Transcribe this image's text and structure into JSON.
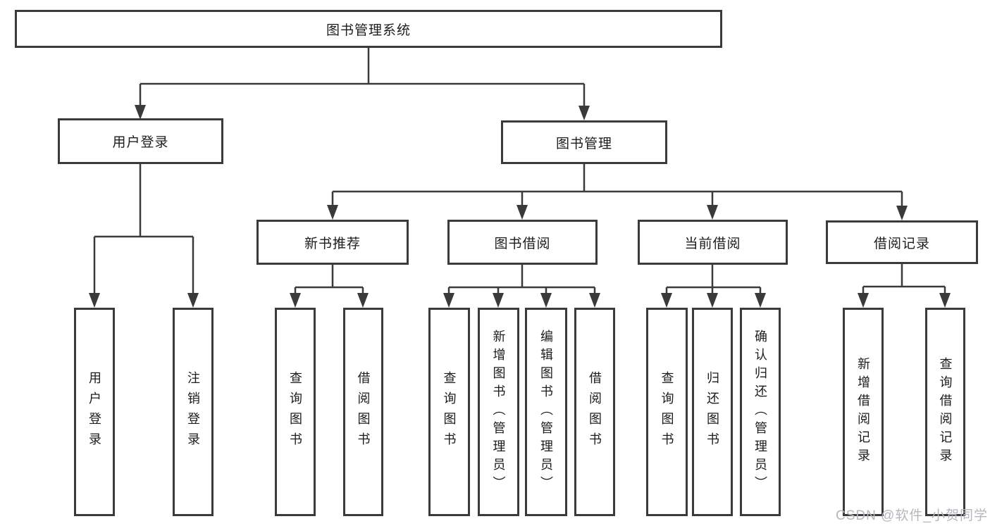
{
  "diagram": {
    "title": "图书管理系统",
    "nodes": {
      "root": "图书管理系统",
      "level2": [
        "用户登录",
        "图书管理"
      ],
      "level3": [
        "新书推荐",
        "图书借阅",
        "当前借阅",
        "借阅记录"
      ],
      "leaves": [
        "用户登录",
        "注销登录",
        "查询图书",
        "借阅图书",
        "查询图书",
        "新增图书（管理员）",
        "编辑图书（管理员）",
        "借阅图书",
        "查询图书",
        "归还图书",
        "确认归还（管理员）",
        "新增借阅记录",
        "查询借阅记录"
      ]
    },
    "edges": [
      {
        "from": "图书管理系统",
        "to": [
          "用户登录",
          "图书管理"
        ]
      },
      {
        "from": "用户登录",
        "to": [
          "用户登录",
          "注销登录"
        ]
      },
      {
        "from": "图书管理",
        "to": [
          "新书推荐",
          "图书借阅",
          "当前借阅",
          "借阅记录"
        ]
      },
      {
        "from": "新书推荐",
        "to": [
          "查询图书",
          "借阅图书"
        ]
      },
      {
        "from": "图书借阅",
        "to": [
          "查询图书",
          "新增图书（管理员）",
          "编辑图书（管理员）",
          "借阅图书"
        ]
      },
      {
        "from": "当前借阅",
        "to": [
          "查询图书",
          "归还图书",
          "确认归还（管理员）"
        ]
      },
      {
        "from": "借阅记录",
        "to": [
          "新增借阅记录",
          "查询借阅记录"
        ]
      }
    ],
    "colors": {
      "line": "#3a3a3a",
      "text": "#1c1c1c",
      "background": "#ffffff",
      "watermark": "#b4b7bb"
    }
  },
  "watermark": {
    "text": "CSDN @软件_小贺同学"
  }
}
